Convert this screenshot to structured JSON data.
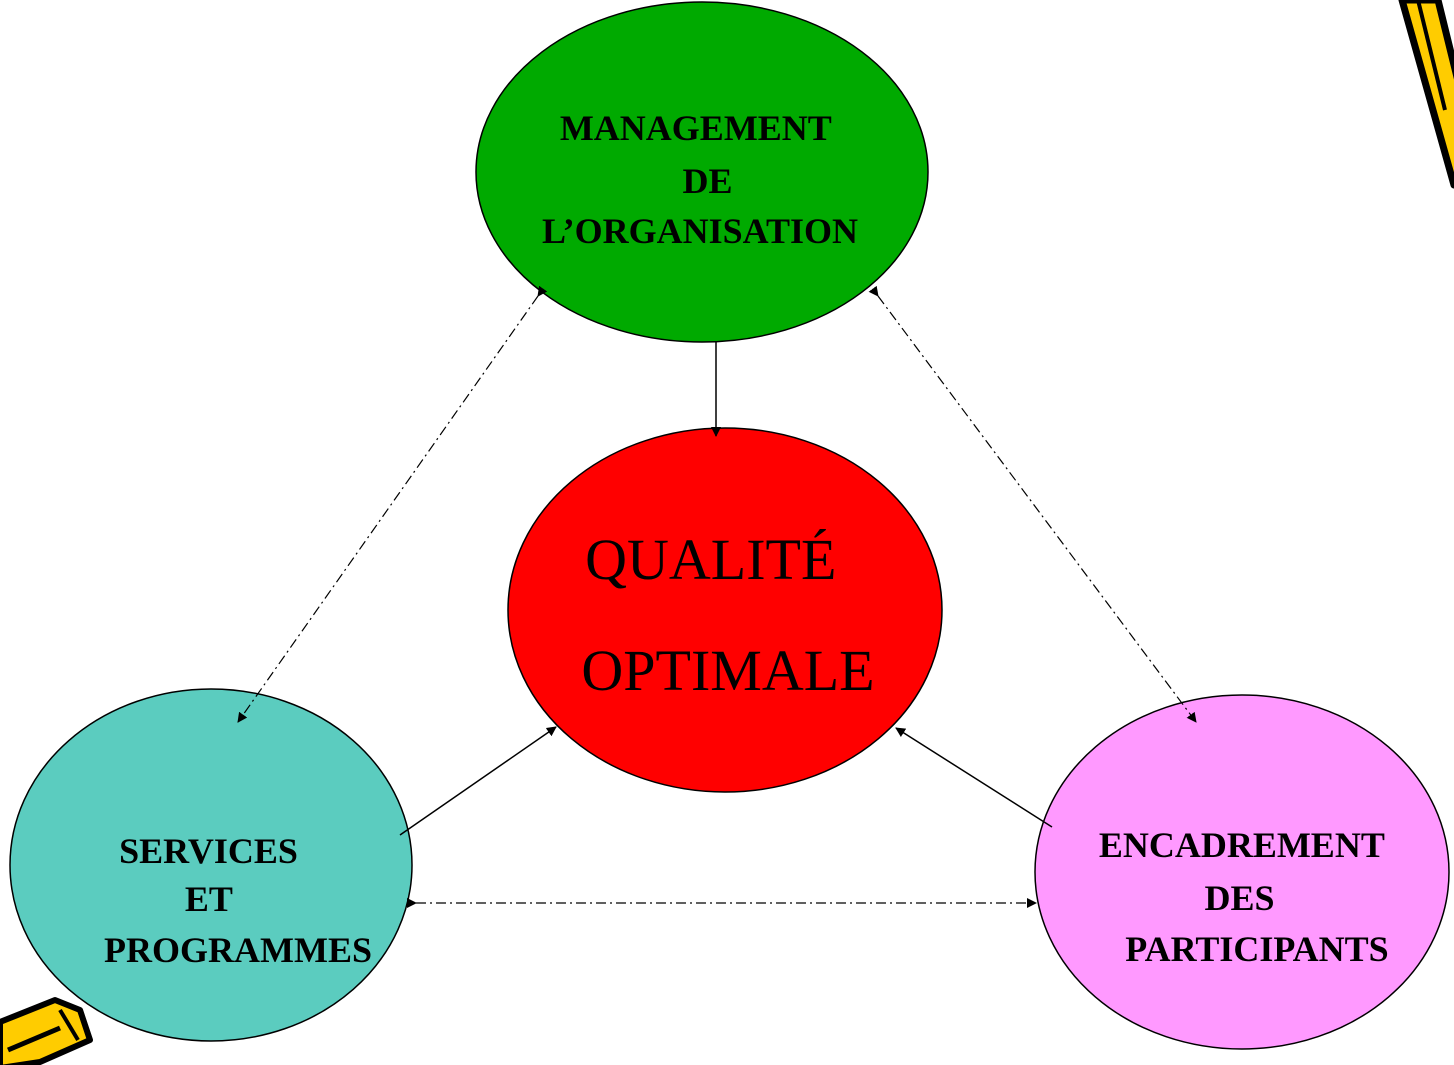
{
  "colors": {
    "management": "#00aa00",
    "quality": "#ff0000",
    "services": "#5bccbf",
    "encadrement": "#ff99ff",
    "pencil_body": "#ffcc00",
    "outline": "#000000"
  },
  "nodes": {
    "management": {
      "lines": [
        "MANAGEMENT",
        "DE",
        "L’ORGANISATION"
      ]
    },
    "quality": {
      "lines": [
        "QUALITÉ",
        "OPTIMALE"
      ]
    },
    "services": {
      "lines": [
        "SERVICES",
        "ET",
        "PROGRAMMES"
      ]
    },
    "encadrement": {
      "lines": [
        "ENCADREMENT",
        "DES",
        "PARTICIPANTS"
      ]
    }
  },
  "decorations": [
    "pencil-icon-top-right",
    "pencil-icon-bottom-left"
  ]
}
